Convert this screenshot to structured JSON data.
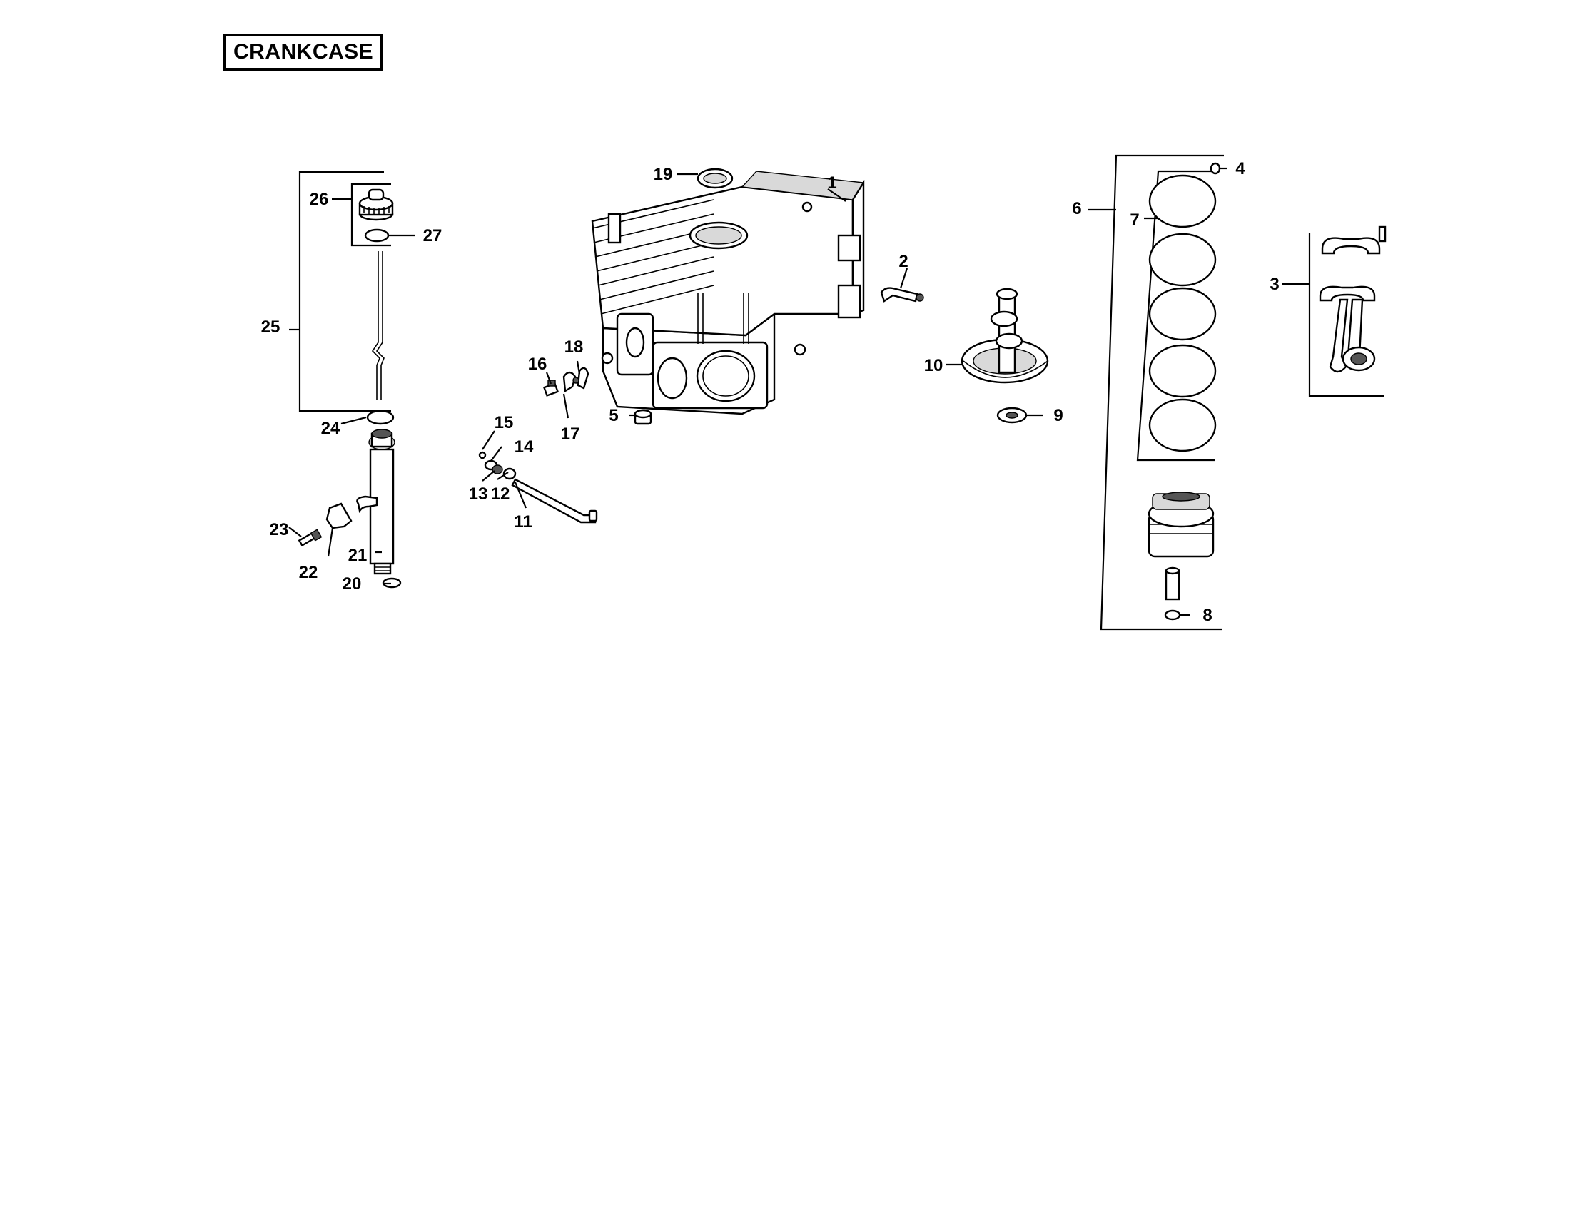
{
  "title": "CRANKCASE",
  "callouts": [
    "1",
    "2",
    "3",
    "4",
    "5",
    "6",
    "7",
    "8",
    "9",
    "10",
    "11",
    "12",
    "13",
    "14",
    "15",
    "16",
    "17",
    "18",
    "19",
    "20",
    "21",
    "22",
    "23",
    "24",
    "25",
    "26",
    "27"
  ],
  "colors": {
    "ink": "#000000",
    "background": "#ffffff"
  }
}
